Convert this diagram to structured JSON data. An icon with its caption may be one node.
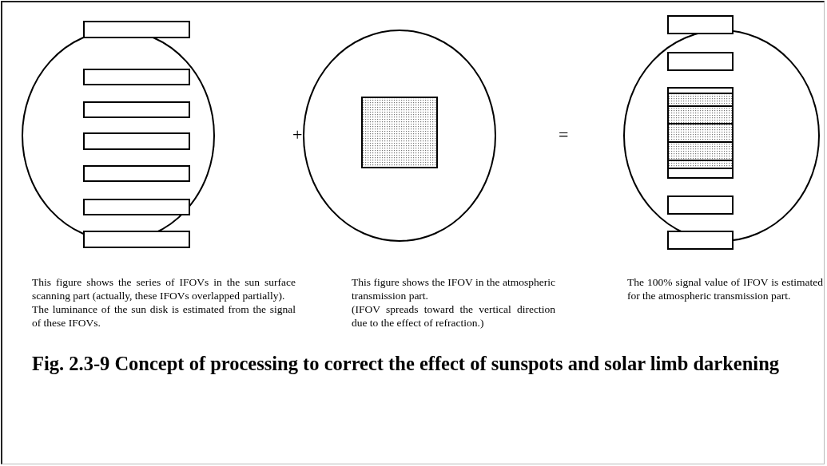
{
  "diagram": {
    "caption": "Fig. 2.3-9 Concept of processing to correct the effect of sunspots and solar limb darkening",
    "nodes": [
      {
        "text": [],
        "shape": "circle",
        "beside": [
          "This figure shows the series of IFOVs in the sun surface scanning part (actually, these IFOVs overlapped partially).",
          "The luminance of the sun disk is estimated from the signal of these IFOVs."
        ]
      },
      {
        "text": [],
        "shape": "circle",
        "beside": [
          "This figure shows the IFOV in the atmospheric transmission part.",
          "(IFOV spreads toward the vertical direction due to the effect of refraction.)"
        ]
      },
      {
        "text": [],
        "shape": "circle",
        "beside": [
          "The 100% signal value of IFOV is estimated for the atmospheric transmission part."
        ]
      }
    ],
    "labels": [
      "+",
      "="
    ]
  }
}
